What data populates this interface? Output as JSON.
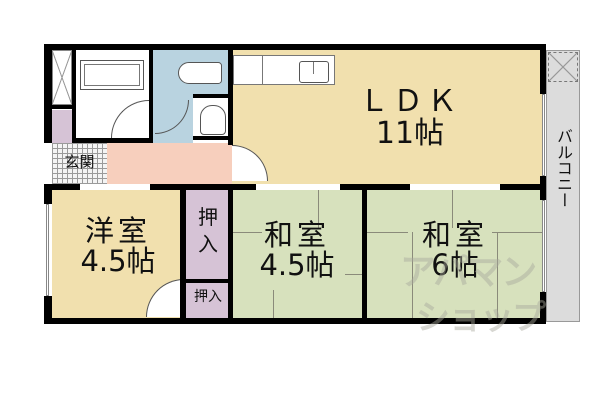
{
  "floorplan": {
    "rooms": {
      "ldk": {
        "name": "ＬＤＫ",
        "size": "11帖",
        "color": "#f1e0ae"
      },
      "western": {
        "name": "洋室",
        "size": "4.5帖",
        "color": "#f1e0ae"
      },
      "washitsu_a": {
        "name": "和室",
        "size": "4.5帖",
        "color": "#d7e1bd"
      },
      "washitsu_b": {
        "name": "和室",
        "size": "6帖",
        "color": "#d7e1bd"
      },
      "closet_large": {
        "name_line1": "押",
        "name_line2": "入",
        "color": "#d6c3d6"
      },
      "closet_small": {
        "name": "押入",
        "color": "#d6c3d6"
      },
      "entrance": {
        "name": "玄関"
      },
      "balcony": {
        "name": "バルコニー",
        "color": "#dcdcdc"
      },
      "hallway": {
        "color": "#f7cfbd"
      },
      "toilet": {
        "color": "#b9d3e0"
      },
      "washroom": {
        "color": "#b9d3e0"
      },
      "storage": {
        "color": "#d6c3d6"
      }
    },
    "watermark": {
      "line1": "アパマン",
      "line2": "ショップ"
    }
  }
}
